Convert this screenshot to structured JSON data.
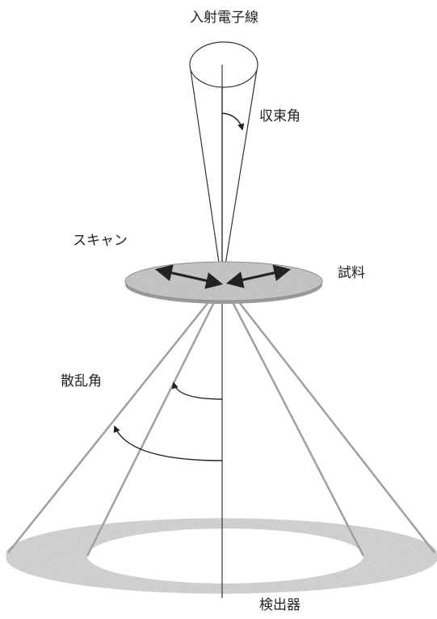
{
  "labels": {
    "incident_beam": "入射電子線",
    "convergence_angle": "収束角",
    "scan": "スキャン",
    "sample": "試料",
    "scattering_angle": "散乱角",
    "detector": "検出器"
  },
  "colors": {
    "line": "#333333",
    "cone_rays": "#9a9a9a",
    "sample_fill": "#d2d2d2",
    "detector_fill": "#b5b5b5",
    "text": "#222222"
  }
}
